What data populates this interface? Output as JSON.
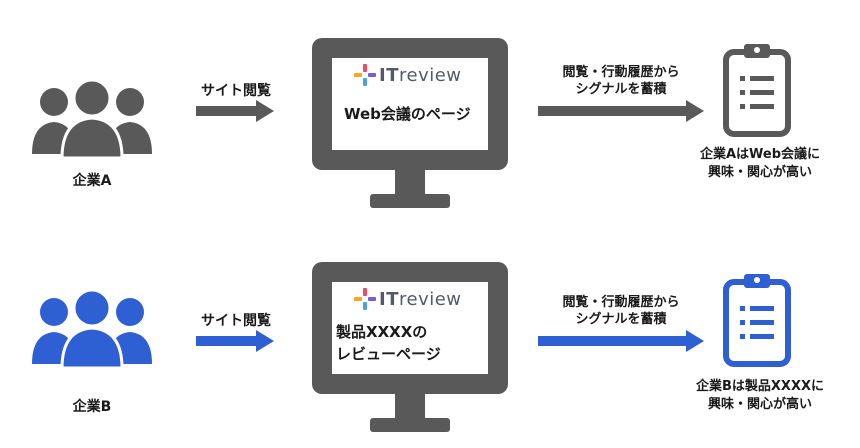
{
  "colors": {
    "gray": "#595959",
    "blue": "#2e5fd3",
    "logo_gray": "#555b66"
  },
  "logo": {
    "it": "IT",
    "review": "review"
  },
  "rows": [
    {
      "company": "企業A",
      "arrow_label": "サイト閲覧",
      "page_text_1": "Web会議のページ",
      "page_text_2": "",
      "signal_line_1": "閲覧・行動履歴から",
      "signal_line_2": "シグナルを蓄積",
      "result_line_1": "企業AはWeb会議に",
      "result_line_2": "興味・関心が高い"
    },
    {
      "company": "企業B",
      "arrow_label": "サイト閲覧",
      "page_text_1": "製品XXXXの",
      "page_text_2": "レビューページ",
      "signal_line_1": "閲覧・行動履歴から",
      "signal_line_2": "シグナルを蓄積",
      "result_line_1": "企業Bは製品XXXXに",
      "result_line_2": "興味・関心が高い"
    }
  ]
}
